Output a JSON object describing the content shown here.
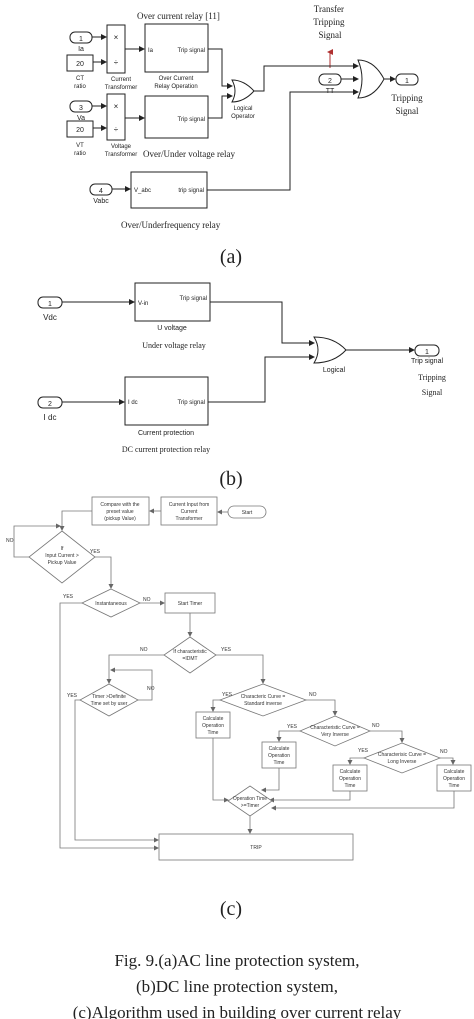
{
  "panel_a": {
    "title_overcurrent": "Over current relay [11]",
    "ports": {
      "ia_num": "1",
      "ia_name": "Ia",
      "va_num": "3",
      "va_name": "Va",
      "vabc_num": "4",
      "vabc_name": "Vabc",
      "tt_num": "2",
      "tt_name": "TT",
      "out_num": "1",
      "out_name": "Tripping Signal"
    },
    "ct_value": "20",
    "ct_label": "CT ratio",
    "vt_value": "20",
    "vt_label": "VT ratio",
    "mult_sym": "×",
    "div_sym": "÷",
    "current_transformer": "Current Transformer",
    "voltage_transformer": "Voltage Transformer",
    "oc_in": "Ia",
    "oc_out": "Trip signal",
    "oc_name": "Over Current Relay Operation",
    "uv_out": "Trip signal",
    "uv_name": "Over/Under voltage relay",
    "freq_in": "V_abc",
    "freq_out": "trip signal",
    "freq_name": "Over/Underfrequency relay",
    "logical_operator": "Logical Operator",
    "transfer_tripping": "Transfer Tripping Signal",
    "label": "(a)"
  },
  "panel_b": {
    "vdc_num": "1",
    "vdc_name": "Vdc",
    "idc_num": "2",
    "idc_name": "I dc",
    "uv_in": "V-in",
    "uv_out": "Trip signal",
    "uv_block": "U voltage",
    "uv_caption": "Under voltage relay",
    "cp_in": "I dc",
    "cp_out": "Trip signal",
    "cp_block": "Current protection",
    "cp_caption": "DC current protection relay",
    "logical": "Logical",
    "out_num": "1",
    "out_name": "Trip signal",
    "tripping": "Tripping Signal",
    "label": "(b)"
  },
  "panel_c": {
    "start": "Start",
    "current_input": "Current Input from Current Transformer",
    "compare": "Compare with the preset value (pickup Value)",
    "if_current": "If Input Current > Pickup Value",
    "instantaneous": "Instantaneous",
    "start_timer": "Start Timer",
    "if_idmt": "If characteristic =IDMT",
    "timer_definite": "Timer >Definite Time set by user",
    "std_inverse": "Characteric Curve = Standard inverse",
    "very_inverse": "Characteristic Curve = Very Inverse",
    "long_inverse": "Characterisic Curve = Long Inverse",
    "calc_op": "Calculate Operation Time",
    "op_time": "Operation Time >=Timer",
    "trip": "TRIP",
    "yes": "YES",
    "no": "NO",
    "label": "(c)"
  },
  "caption": {
    "line1": "Fig. 9.(a)AC line protection system,",
    "line2": "(b)DC line protection system,",
    "line3": "(c)Algorithm used in building over current relay"
  }
}
